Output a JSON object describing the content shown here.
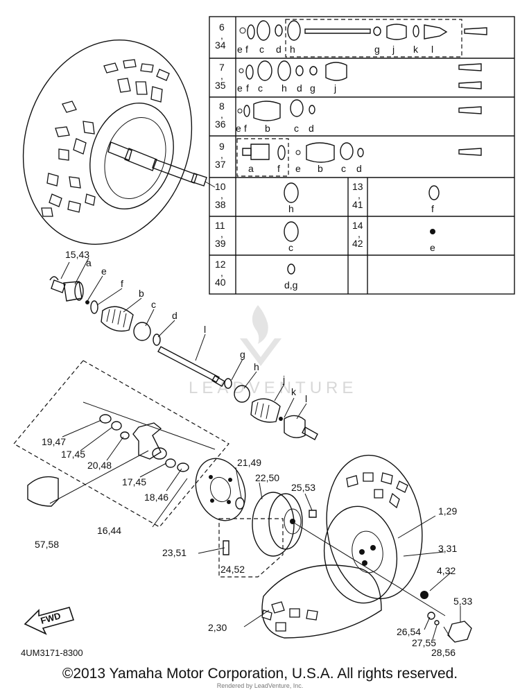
{
  "watermark": {
    "brand": "LEADVENTURE"
  },
  "figure_code": "4UM3171-8300",
  "direction_label": "FWD",
  "footer": {
    "copyright": "©2013 Yamaha Motor Corporation, U.S.A. All rights reserved.",
    "rendered_by": "Rendered by LeadVenture, Inc."
  },
  "table": {
    "rows": [
      {
        "ref": "6,34",
        "letters": [
          "e",
          "f",
          "c",
          "d",
          "h",
          "g",
          "j",
          "k",
          "l"
        ]
      },
      {
        "ref": "7,35",
        "letters": [
          "e",
          "f",
          "c",
          "h",
          "d",
          "g",
          "j"
        ]
      },
      {
        "ref": "8,36",
        "letters": [
          "e",
          "f",
          "b",
          "c",
          "d"
        ]
      },
      {
        "ref": "9,37",
        "letters": [
          "a",
          "f",
          "e",
          "b",
          "c",
          "d"
        ]
      }
    ],
    "split_rows": [
      {
        "left_ref": "10,38",
        "left_letter": "h",
        "right_ref": "13,41",
        "right_letter": "f"
      },
      {
        "left_ref": "11,39",
        "left_letter": "c",
        "right_ref": "14,42",
        "right_letter": "e"
      },
      {
        "left_ref": "12,40",
        "left_letter": "d,g",
        "right_ref": "",
        "right_letter": ""
      }
    ]
  },
  "callouts": {
    "c15_43": "15,43",
    "a": "a",
    "e": "e",
    "f": "f",
    "b": "b",
    "c": "c",
    "d": "d",
    "l_shaft": "l",
    "g": "g",
    "h": "h",
    "j": "j",
    "k": "k",
    "l_cv": "l",
    "c19_47": "19,47",
    "c17_45a": "17,45",
    "c20_48": "20,48",
    "c17_45b": "17,45",
    "c18_46": "18,46",
    "c16_44": "16,44",
    "c57_58": "57,58",
    "c21_49": "21,49",
    "c22_50": "22,50",
    "c25_53": "25,53",
    "c1_29": "1,29",
    "c3_31": "3,31",
    "c4_32": "4,32",
    "c23_51": "23,51",
    "c24_52": "24,52",
    "c5_33": "5,33",
    "c26_54": "26,54",
    "c27_55": "27,55",
    "c28_56": "28,56",
    "c2_30": "2,30"
  }
}
